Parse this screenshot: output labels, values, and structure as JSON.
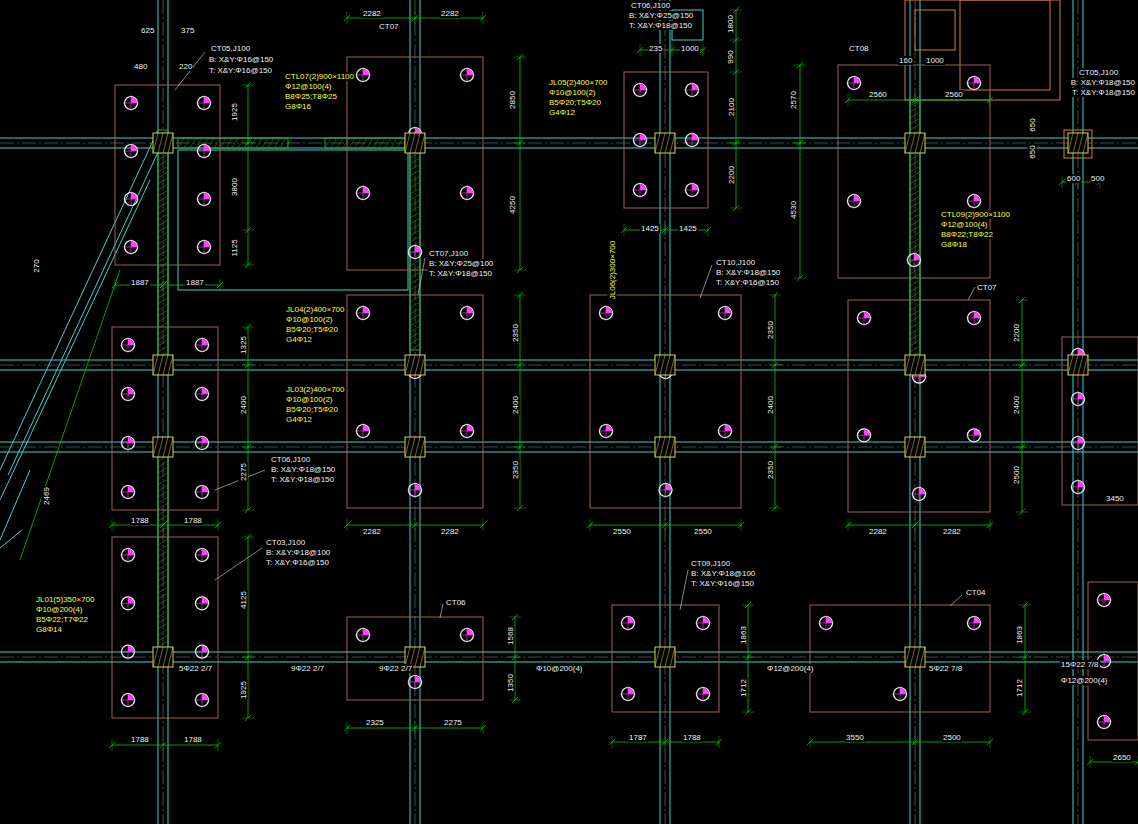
{
  "diagram": {
    "labels": [
      "625",
      "375",
      "480",
      "220",
      "CT05,J100",
      "B: X&Y:Φ16@150",
      "T: X&Y:Φ16@150",
      "1925",
      "3800",
      "1125",
      "1887",
      "1887",
      "2282",
      "2282",
      "CT07",
      "2850",
      "4250",
      "CT06,J100",
      "B: X&Y:Φ25@150",
      "T: X&Y:Φ18@150",
      "JL05(2)400×700",
      "Φ10@100(2)",
      "B5Φ20;T5Φ20",
      "G4Φ12",
      "CTL07(2)900×1100",
      "Φ12@100(4)",
      "B8Φ25;T8Φ25",
      "G8Φ16",
      "JL04(2)400×700",
      "Φ10@100(2)",
      "B5Φ20;T5Φ20",
      "G4Φ12",
      "JL03(2)400×700",
      "Φ10@100(2)",
      "B5Φ20;T5Φ20",
      "G4Φ12",
      "CTL09(2)900×1100",
      "Φ12@100(4)",
      "B8Φ22;T8Φ22",
      "G8Φ18",
      "JL01(5)350×700",
      "Φ10@200(4)",
      "B5Φ22;T7Φ22",
      "G8Φ14",
      "JL06(2)300×700",
      "CT07,J100",
      "B: X&Y:Φ25@100",
      "T: X&Y:Φ18@150",
      "CT10,J100",
      "B: X&Y:Φ18@150",
      "T: X&Y:Φ16@150",
      "CT08",
      "160",
      "1000",
      "2560",
      "2560",
      "CT05,J100",
      "B: X&Y:Φ18@150",
      "T: X&Y:Φ18@150",
      "600",
      "500",
      "650",
      "650",
      "2570",
      "4530",
      "990",
      "1800",
      "2100",
      "2200",
      "235",
      "1000",
      "1425",
      "1425",
      "1325",
      "2400",
      "2275",
      "1788",
      "1788",
      "CT06,J100",
      "B: X&Y:Φ18@150",
      "T: X&Y:Φ18@150",
      "2350",
      "2400",
      "2350",
      "2282",
      "2282",
      "2350",
      "2400",
      "2350",
      "2550",
      "2550",
      "CT07",
      "2200",
      "2400",
      "2500",
      "2282",
      "2282",
      "3450",
      "CT03,J100",
      "B: X&Y:Φ18@100",
      "T: X&Y:Φ16@150",
      "4125",
      "1925",
      "1788",
      "1788",
      "CT06",
      "1568",
      "1350",
      "2325",
      "2275",
      "CT09,J100",
      "B: X&Y:Φ18@100",
      "T: X&Y:Φ16@150",
      "1863",
      "1712",
      "1787",
      "1788",
      "CT04",
      "1863",
      "1712",
      "3550",
      "2500",
      "2650",
      "5Φ22 2/7",
      "9Φ22 2/7",
      "9Φ22 2/7",
      "Φ10@200(4)",
      "Φ12@200(4)",
      "5Φ22 7/8",
      "15Φ22 7/8",
      "Φ12@200(4)",
      "270",
      "2469"
    ]
  }
}
